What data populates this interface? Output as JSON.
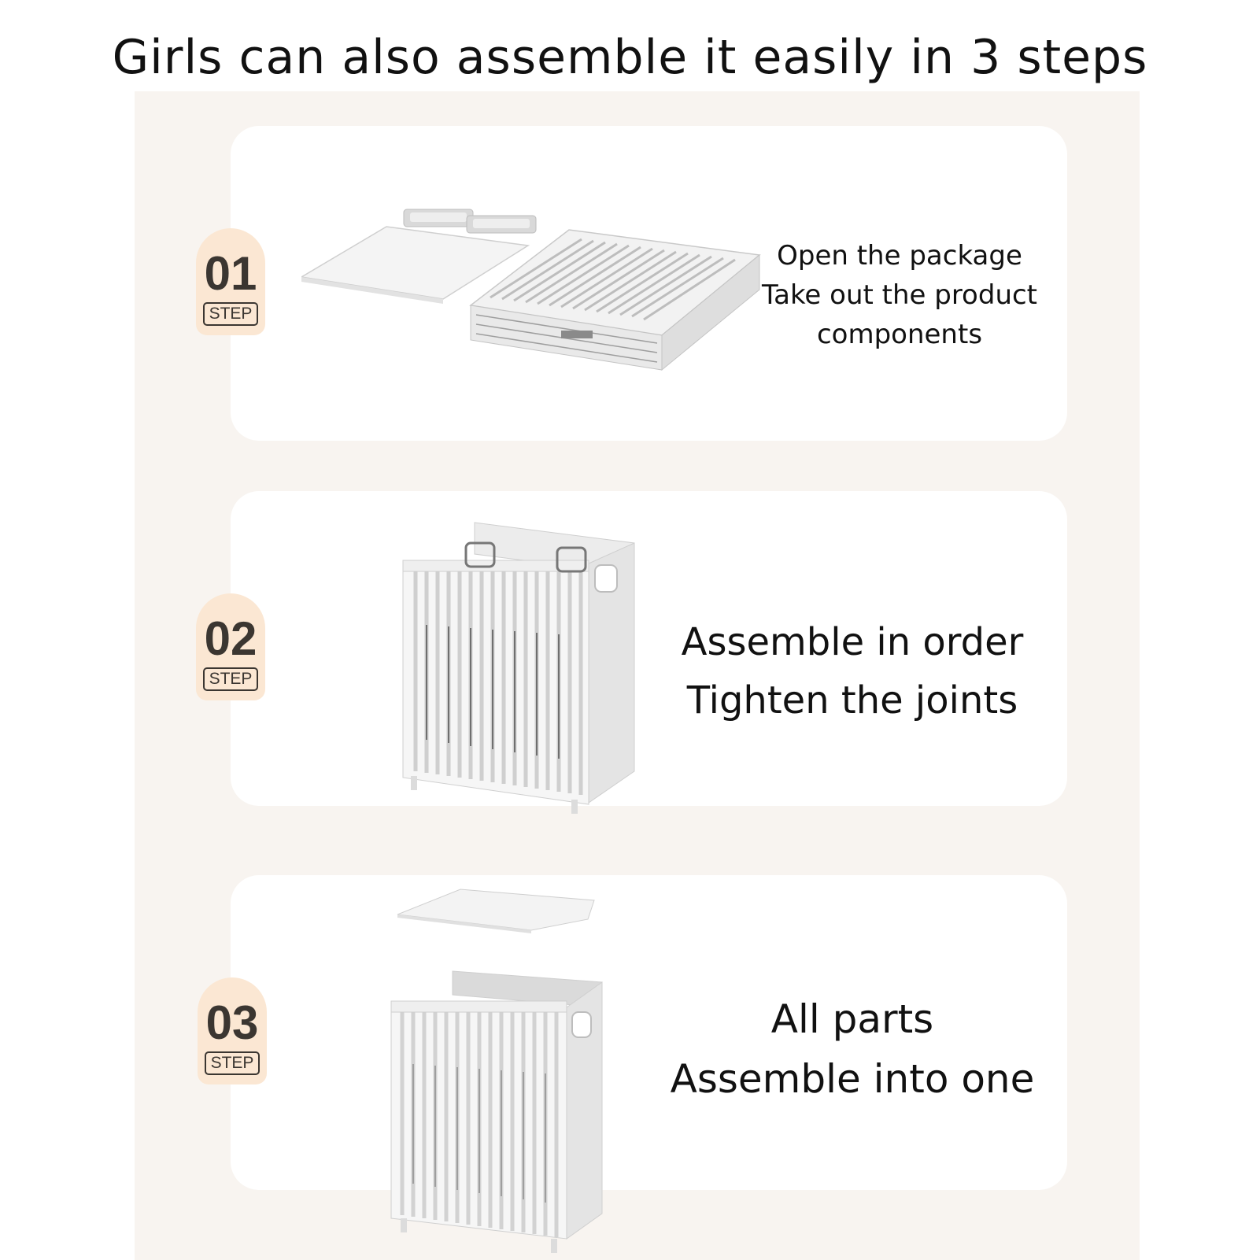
{
  "page": {
    "title": "Girls can also assemble it easily in 3 steps",
    "background_color": "#f8f4f0",
    "badge_color": "#fbe7d3"
  },
  "steps": [
    {
      "number": "01",
      "step_label": "STEP",
      "lines": [
        "Open the package",
        "Take out the product",
        "components"
      ],
      "image": "flat-packed-basket-components"
    },
    {
      "number": "02",
      "step_label": "STEP",
      "lines": [
        "Assemble in order",
        "Tighten the joints"
      ],
      "image": "partially-assembled-basket"
    },
    {
      "number": "03",
      "step_label": "STEP",
      "lines": [
        "All parts",
        "Assemble into one"
      ],
      "image": "fully-assembled-basket-with-lid"
    }
  ]
}
